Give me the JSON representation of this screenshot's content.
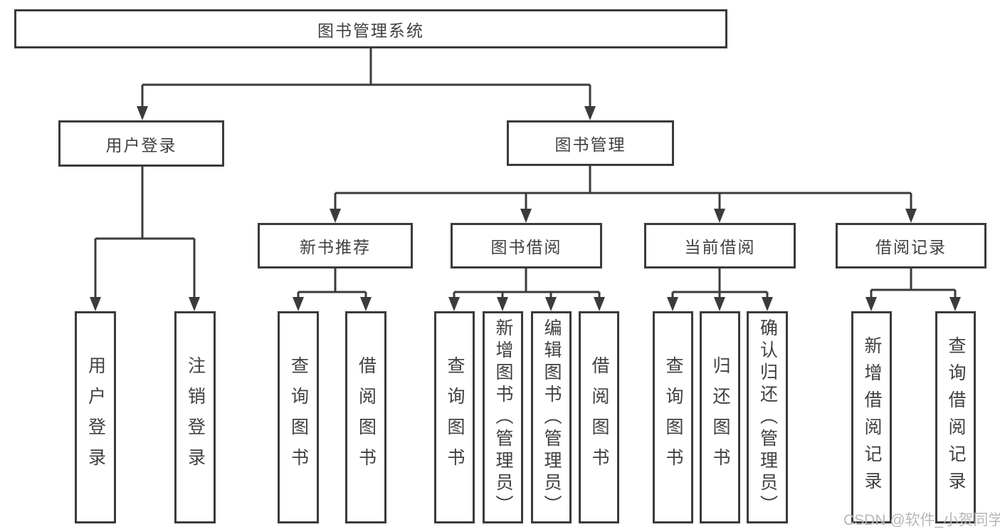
{
  "tree": {
    "root": {
      "label": "图书管理系统"
    },
    "branches": [
      {
        "label": "用户登录",
        "children": [
          "用户登录",
          "注销登录"
        ]
      },
      {
        "label": "图书管理",
        "groups": [
          {
            "label": "新书推荐",
            "children": [
              "查询图书",
              "借阅图书"
            ]
          },
          {
            "label": "图书借阅",
            "children": [
              "查询图书",
              "新增图书（管理员）",
              "编辑图书（管理员）",
              "借阅图书"
            ]
          },
          {
            "label": "当前借阅",
            "children": [
              "查询图书",
              "归还图书",
              "确认归还（管理员）"
            ]
          },
          {
            "label": "借阅记录",
            "children": [
              "新增借阅记录",
              "查询借阅记录"
            ]
          }
        ]
      }
    ]
  },
  "watermark": "CSDN @软件_小贺同学",
  "colors": {
    "line": "#3b3b3b",
    "box_border": "#3b3b3b",
    "text": "#404040",
    "watermark": "#b7b7b7",
    "background": "#ffffff"
  }
}
